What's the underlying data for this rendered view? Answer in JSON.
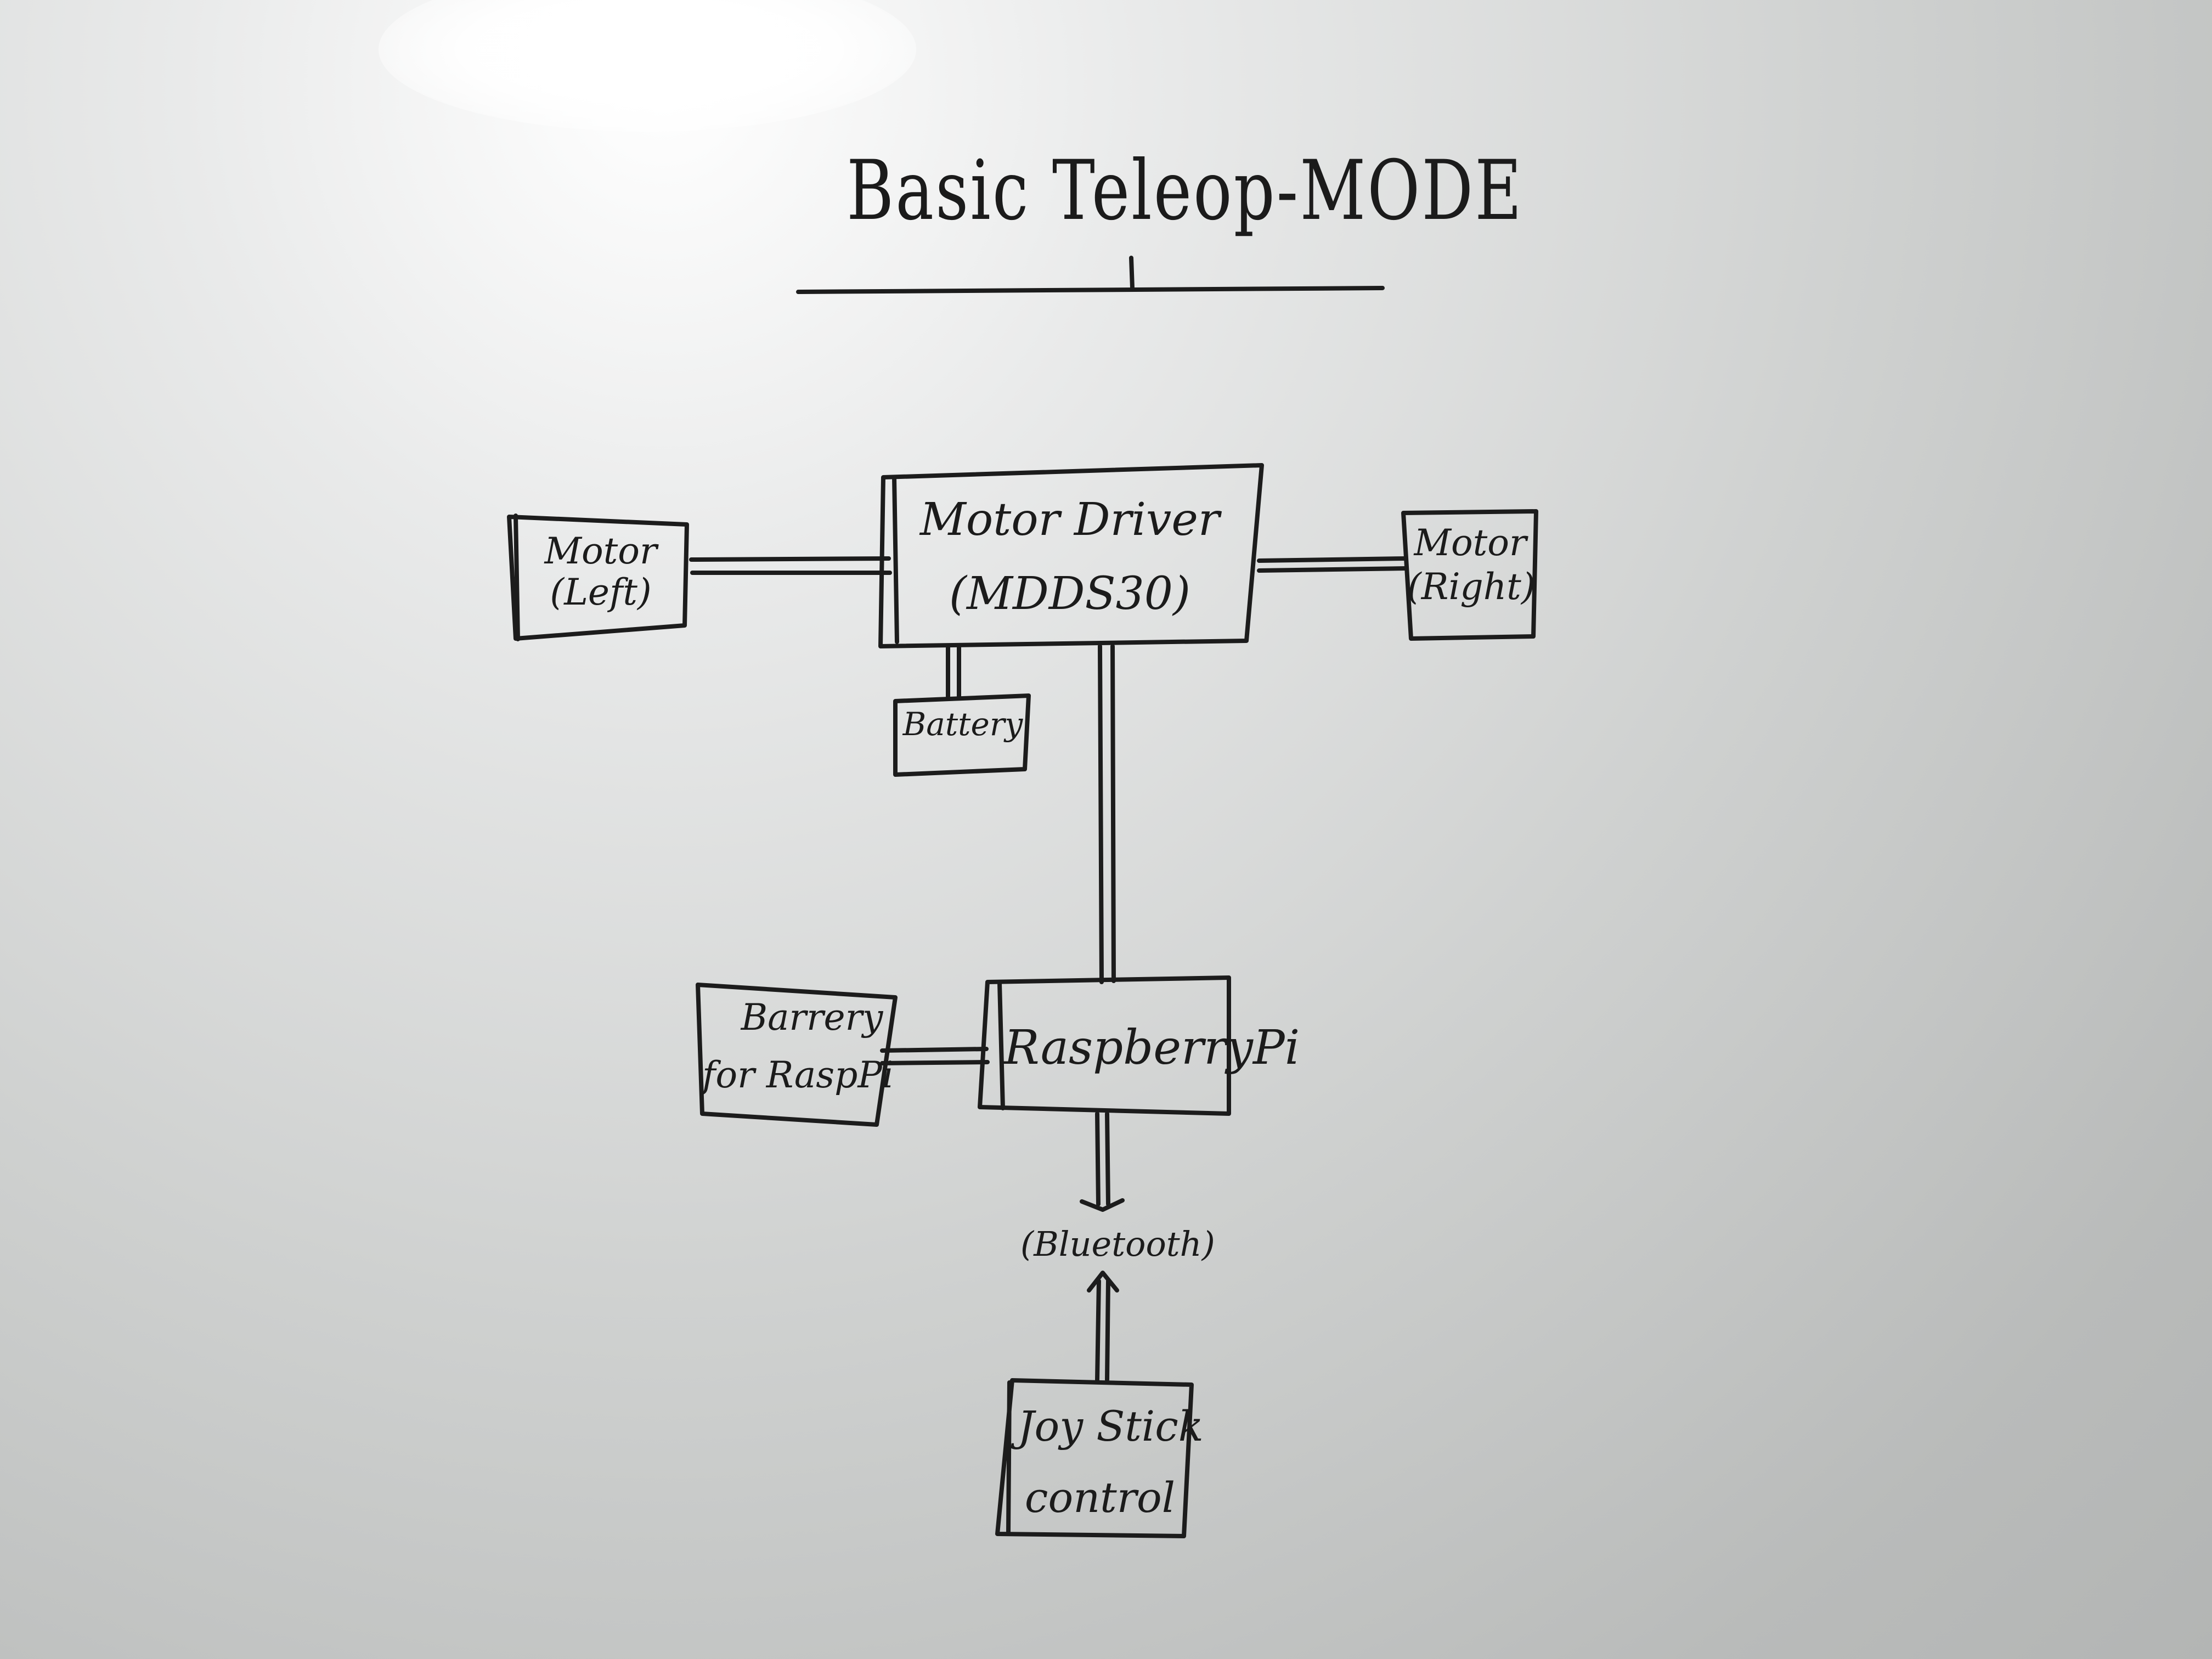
{
  "title": "Basic Teleop-MODE",
  "nodes": {
    "motor_driver": {
      "line1": "Motor Driver",
      "line2": "(MDDS30)"
    },
    "motor_left": {
      "line1": "Motor",
      "line2": "(Left)"
    },
    "motor_right": {
      "line1": "Motor",
      "line2": "(Right)"
    },
    "battery": {
      "label": "Battery"
    },
    "raspberry_pi": {
      "label": "RaspberryPi"
    },
    "battery_raspi": {
      "line1": "Barrery",
      "line2": "for RaspPi"
    },
    "joystick": {
      "line1": "Joy Stick",
      "line2": "control"
    }
  },
  "edges": {
    "bluetooth_label": "(Bluetooth)"
  },
  "colors": {
    "ink": "#1c1c1c",
    "board": "#cfd1d0"
  }
}
